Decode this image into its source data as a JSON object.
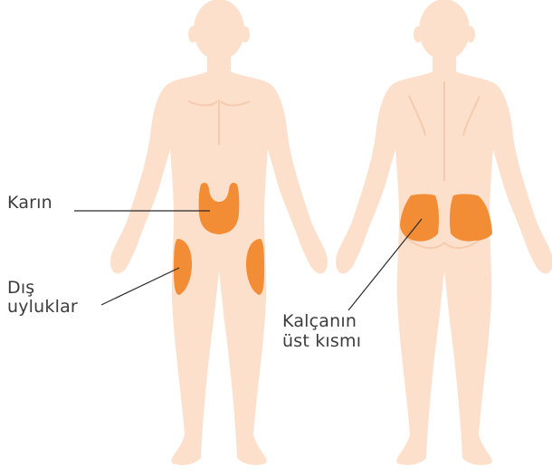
{
  "colors": {
    "skin": "#fde0cb",
    "skin_shade": "#f6caae",
    "injection_area": "#f28c35",
    "leader_line": "#2a2a2a",
    "text": "#3c3c3c"
  },
  "labels": {
    "abdomen": "Karın",
    "outer_thighs_line1": "Dış",
    "outer_thighs_line2": "uyluklar",
    "upper_buttocks_line1": "Kalçanın",
    "upper_buttocks_line2": "üst kısmı"
  }
}
